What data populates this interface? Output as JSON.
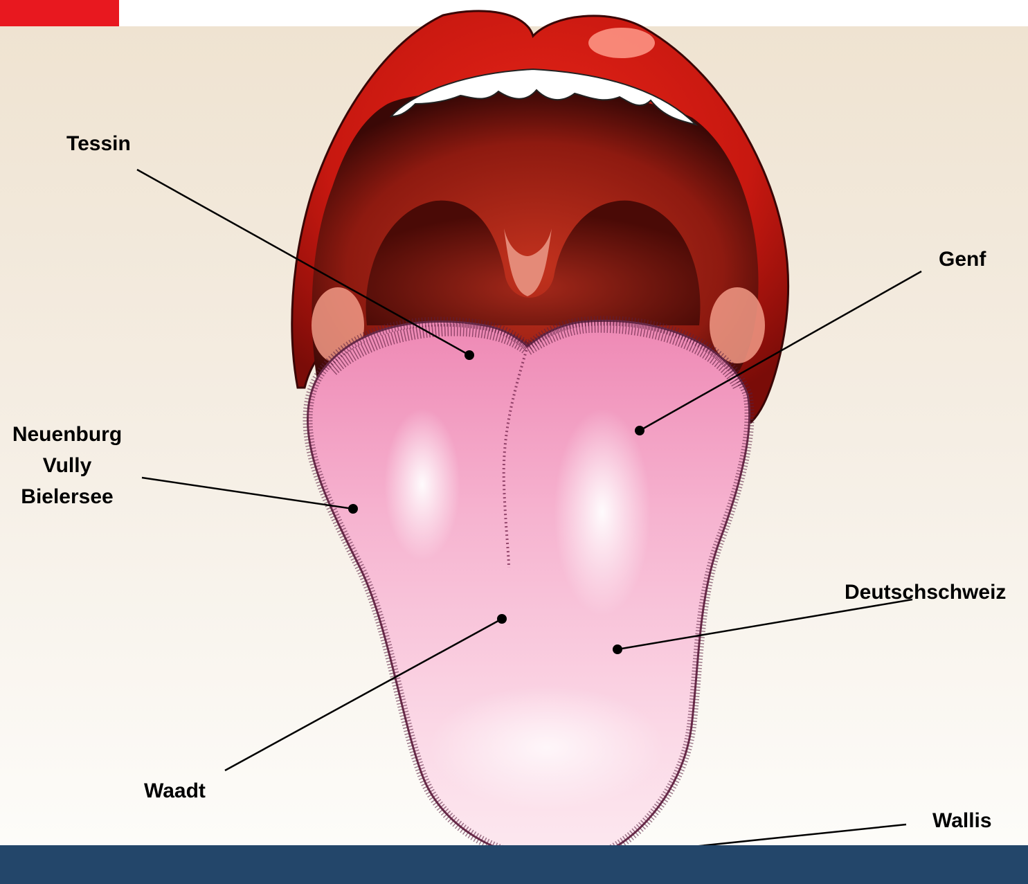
{
  "colors": {
    "accent": "#e8181f",
    "footer": "#23466a",
    "leader_line": "#000000"
  },
  "labels": {
    "tessin": "Tessin",
    "genf": "Genf",
    "neuenburg": "Neuenburg",
    "vully": "Vully",
    "bielersee": "Bielersee",
    "deutschschweiz": "Deutschschweiz",
    "waadt": "Waadt",
    "wallis": "Wallis"
  }
}
